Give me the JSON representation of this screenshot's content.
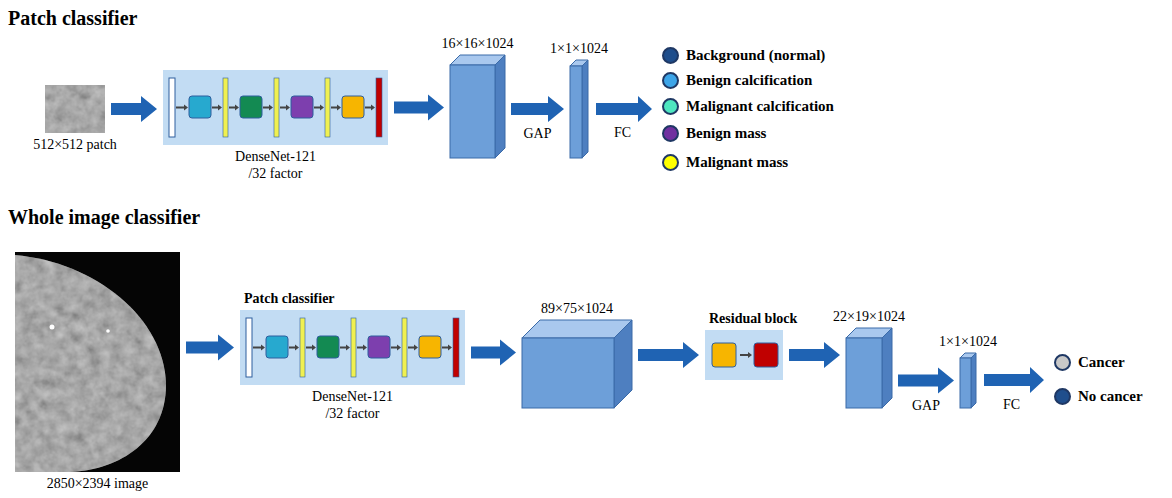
{
  "diagram": {
    "nodes": [
      {
        "text": [
          "512×512 patch"
        ]
      },
      {
        "text": [
          "DenseNet-121 /32 factor"
        ]
      },
      {
        "text": [
          "16×16×1024"
        ]
      },
      {
        "text": [
          "1×1×1024"
        ]
      },
      {
        "text": [
          "2850×2394 image"
        ]
      },
      {
        "text": [
          "Patch classifier",
          "DenseNet-121 /32 factor"
        ]
      },
      {
        "text": [
          "89×75×1024"
        ]
      },
      {
        "text": [
          "Residual block"
        ]
      },
      {
        "text": [
          "22×19×1024"
        ]
      },
      {
        "text": [
          "1×1×1024"
        ]
      }
    ],
    "edges": [
      {
        "from": 0,
        "to": 1,
        "arrow": "to"
      },
      {
        "from": 1,
        "to": 2,
        "arrow": "to"
      },
      {
        "from": 2,
        "to": 3,
        "label": "GAP",
        "arrow": "to"
      },
      {
        "from": 4,
        "to": 5,
        "arrow": "to"
      },
      {
        "from": 5,
        "to": 6,
        "arrow": "to"
      },
      {
        "from": 6,
        "to": 7,
        "arrow": "to"
      },
      {
        "from": 7,
        "to": 8,
        "arrow": "to"
      },
      {
        "from": 8,
        "to": 9,
        "label": "GAP",
        "arrow": "to"
      }
    ],
    "labels": [
      "Patch classifier",
      "Whole image classifier",
      "FC",
      "FC"
    ],
    "legend": [
      {
        "text": "Background (normal)",
        "color": "#1f4e8c"
      },
      {
        "text": "Benign calcification",
        "color": "#3da5e8"
      },
      {
        "text": "Malignant calcification",
        "color": "#4ee6c0"
      },
      {
        "text": "Benign mass",
        "color": "#7030a0"
      },
      {
        "text": "Malignant mass",
        "color": "#ffff00"
      },
      {
        "text": "Cancer",
        "color": "#c8c8c8"
      },
      {
        "text": "No cancer",
        "color": "#1f4e8c"
      }
    ]
  }
}
